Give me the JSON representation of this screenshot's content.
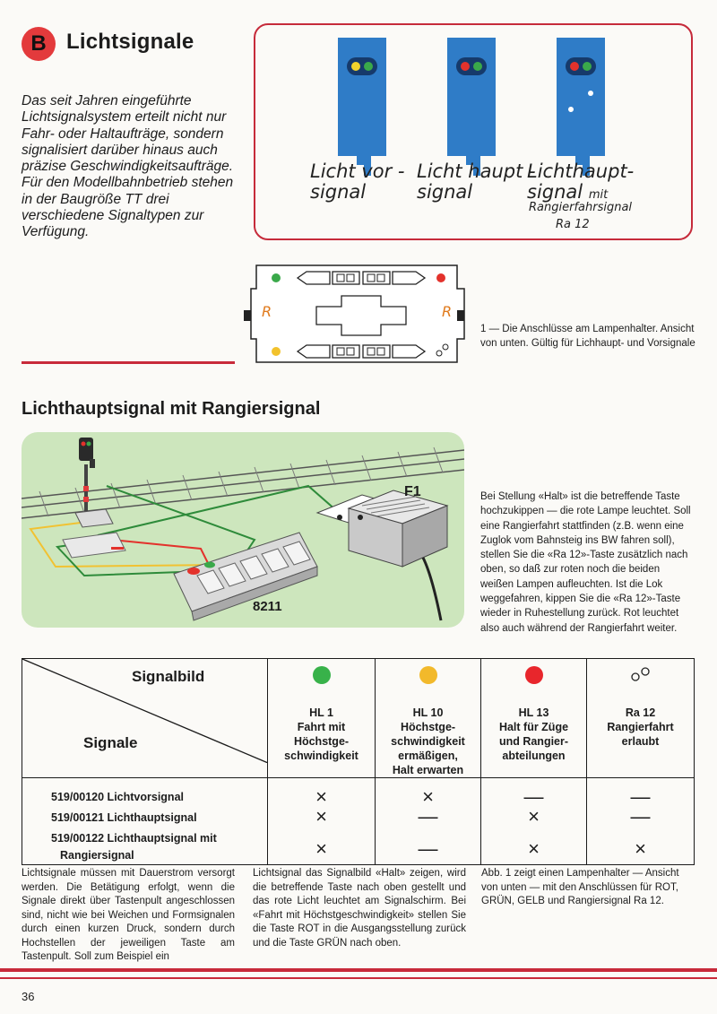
{
  "section": {
    "badge": "B",
    "title": "Lichtsignale"
  },
  "intro": "Das seit Jahren eingeführte Lichtsignalsystem erteilt nicht nur Fahr- oder Haltaufträge, sondern signalisiert darüber hinaus auch präzise Geschwindigkeitsaufträge. Für den Modellbahnbetrieb stehen in der Baugröße TT drei verschiedene Signaltypen zur Verfügung.",
  "signal_types": [
    {
      "line1": "Licht vor -",
      "line2": "signal"
    },
    {
      "line1": "Licht haupt -",
      "line2": "signal"
    },
    {
      "line1": "Lichthaupt-",
      "line2": "signal",
      "small": "mit",
      "line3": "Rangierfahrsignal",
      "line4": "Ra 12"
    }
  ],
  "lamp_holder": {
    "r_left": "R",
    "r_right": "R"
  },
  "caption1": "1 — Die Anschlüsse am Lampenhalter. Ansicht von unten. Gültig für Lichhaupt- und Vorsignale",
  "heading2": "Lichthauptsignal mit Rangiersignal",
  "scene": {
    "f1": "F1",
    "model": "8211"
  },
  "right_text": "Bei Stellung «Halt» ist die betreffende Taste hochzukippen — die rote Lampe leuchtet. Soll eine Rangierfahrt stattfinden (z.B. wenn eine Zuglok vom Bahnsteig ins BW fahren soll), stellen Sie die «Ra 12»-Taste zusätzlich nach oben, so daß zur roten noch die beiden weißen Lampen aufleuchten. Ist die Lok weggefahren, kippen Sie die «Ra 12»-Taste wieder in Ruhestellung zurück. Rot leuchtet also auch während der Rangierfahrt weiter.",
  "table": {
    "corner_top": "Signalbild",
    "corner_bottom": "Signale",
    "columns": [
      {
        "color": "#38b24a",
        "lines": [
          "HL 1",
          "Fahrt mit",
          "Höchstge-",
          "schwindigkeit"
        ]
      },
      {
        "color": "#f2b92b",
        "lines": [
          "HL 10",
          "Höchstge-",
          "schwindigkeit",
          "ermäßigen,",
          "Halt erwarten"
        ]
      },
      {
        "color": "#e8262c",
        "lines": [
          "HL 13",
          "Halt für Züge",
          "und Rangier-",
          "abteilungen"
        ]
      },
      {
        "color": "white",
        "lines": [
          "Ra 12",
          "Rangierfahrt",
          "erlaubt"
        ]
      }
    ],
    "rows": [
      {
        "label": "519/00120 Lichtvorsignal",
        "marks": [
          "×",
          "×",
          "—",
          "—"
        ]
      },
      {
        "label": "519/00121 Lichthauptsignal",
        "marks": [
          "×",
          "—",
          "×",
          "—"
        ]
      },
      {
        "label": "519/00122 Lichthauptsignal mit",
        "label2": "Rangiersignal",
        "marks": [
          "×",
          "—",
          "×",
          "×"
        ]
      }
    ]
  },
  "bottom": {
    "col1": "Lichtsignale müssen mit Dauerstrom versorgt werden. Die Betätigung erfolgt, wenn die Signale direkt über Tastenpult angeschlossen sind, nicht wie bei Weichen und Formsignalen durch einen kurzen Druck, sondern durch Hochstellen der jeweiligen Taste am Tastenpult. Soll zum Beispiel ein",
    "col2": "Lichtsignal das Signalbild «Halt» zeigen, wird die betreffende Taste nach oben gestellt und das rote Licht leuchtet am Signalschirm. Bei «Fahrt mit Höchstgeschwindigkeit» stellen Sie die Taste ROT in die Ausgangsstellung zurück und die Taste GRÜN nach oben.",
    "col3": "Abb. 1 zeigt einen Lampenhalter — Ansicht von unten — mit den Anschlüssen für ROT, GRÜN, GELB und Rangiersignal Ra 12."
  },
  "page_number": "36"
}
